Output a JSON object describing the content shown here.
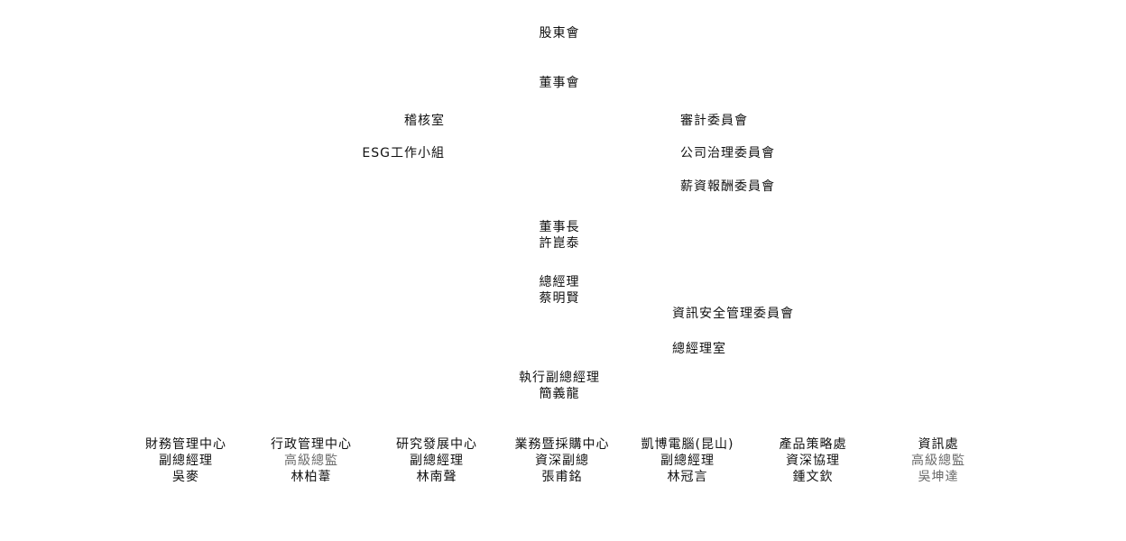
{
  "org_chart": {
    "shareholders": "股東會",
    "board": "董事會",
    "board_left": [
      "稽核室",
      "ESG工作小組"
    ],
    "board_right": [
      "審計委員會",
      "公司治理委員會",
      "薪資報酬委員會"
    ],
    "chairman": {
      "title": "董事長",
      "name": "許崑泰"
    },
    "president": {
      "title": "總經理",
      "name": "蔡明賢"
    },
    "president_right": [
      "資訊安全管理委員會",
      "總經理室"
    ],
    "evp": {
      "title": "執行副總經理",
      "name": "簡義龍"
    },
    "departments": [
      {
        "name": "財務管理中心",
        "title": "副總經理",
        "person": "吳麥",
        "title_muted": false,
        "person_muted": false
      },
      {
        "name": "行政管理中心",
        "title": "高級總監",
        "person": "林柏葦",
        "title_muted": true,
        "person_muted": false
      },
      {
        "name": "研究發展中心",
        "title": "副總經理",
        "person": "林南聲",
        "title_muted": false,
        "person_muted": false
      },
      {
        "name": "業務暨採購中心",
        "title": "資深副總",
        "person": "張甫銘",
        "title_muted": false,
        "person_muted": false
      },
      {
        "name": "凱博電腦(昆山)",
        "title": "副總經理",
        "person": "林冠言",
        "title_muted": false,
        "person_muted": false
      },
      {
        "name": "產品策略處",
        "title": "資深協理",
        "person": "鍾文欽",
        "title_muted": false,
        "person_muted": false
      },
      {
        "name": "資訊處",
        "title": "高級總監",
        "person": "吳坤達",
        "title_muted": true,
        "person_muted": true
      }
    ],
    "colors": {
      "text": "#111111",
      "muted_text": "#6b6b6b",
      "background": "#ffffff"
    }
  }
}
